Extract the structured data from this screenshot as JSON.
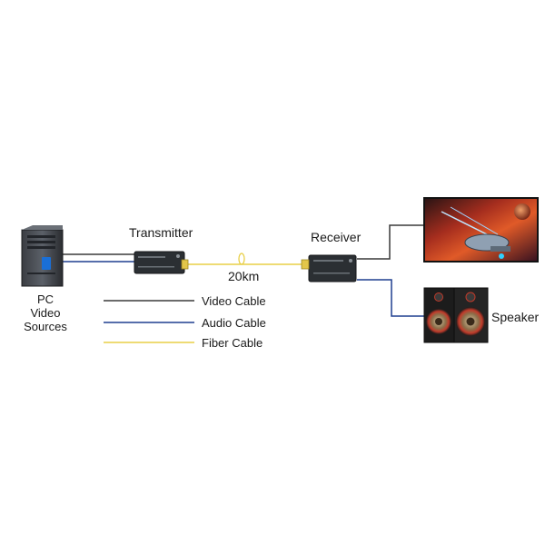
{
  "labels": {
    "pc_line1": "PC",
    "pc_line2": "Video Sources",
    "transmitter": "Transmitter",
    "receiver": "Receiver",
    "distance": "20km",
    "speaker": "Speaker"
  },
  "legend": [
    {
      "label": "Video Cable",
      "color": "#3a3a3a"
    },
    {
      "label": "Audio Cable",
      "color": "#1f3f8f"
    },
    {
      "label": "Fiber Cable",
      "color": "#e8cf47"
    }
  ],
  "colors": {
    "video_cable": "#3a3a3a",
    "audio_cable": "#1f3f8f",
    "fiber_cable": "#e8cf47",
    "device_body": "#2b2f33",
    "connector": "#e2c64a"
  },
  "icons": {
    "pc": "pc-tower-icon",
    "transmitter": "transmitter-device-icon",
    "receiver": "receiver-device-icon",
    "display": "display-screen-icon",
    "speaker": "speaker-pair-icon",
    "fiber_coil": "fiber-coil-icon"
  }
}
